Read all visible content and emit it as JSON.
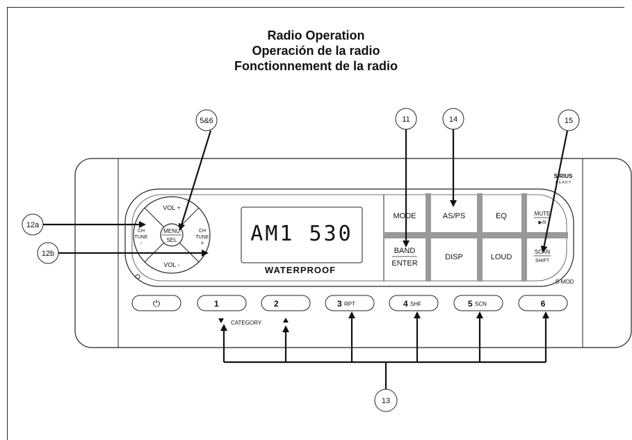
{
  "title": {
    "line1": "Radio Operation",
    "line2": "Operación de la radio",
    "line3": "Fonctionnement de la radio"
  },
  "display": {
    "text": "AM1 530",
    "waterproof": "WATERPROOF"
  },
  "dial": {
    "vol_up": "VOL +",
    "vol_down": "VOL -",
    "ch_left": "CH",
    "tune_left": "TUNE",
    "minus_left": "-",
    "ch_right": "CH",
    "tune_right": "TUNE",
    "plus_right": "+",
    "menu": "MENU",
    "sel": "SEL"
  },
  "keys": {
    "mode": "MODE",
    "asps": "AS/PS",
    "eq": "EQ",
    "mute": "MUTE",
    "play": "▶/II",
    "band": "BAND",
    "enter": "ENTER",
    "disp": "DISP",
    "loud": "LOUD",
    "scan": "SCAN",
    "shift": "SHIFT"
  },
  "brand": {
    "sirius": "SIRIUS",
    "ready": "R E A D Y",
    "model": "S-MOD"
  },
  "presets": [
    {
      "num": "1",
      "sub": ""
    },
    {
      "num": "2",
      "sub": ""
    },
    {
      "num": "3",
      "sub": "RPT"
    },
    {
      "num": "4",
      "sub": "SHF"
    },
    {
      "num": "5",
      "sub": "SCN"
    },
    {
      "num": "6",
      "sub": ""
    }
  ],
  "power_symbol": "⏻",
  "category": "CATEGORY",
  "callouts": {
    "c56": "5&6",
    "c11": "11",
    "c14": "14",
    "c15": "15",
    "c12a": "12a",
    "c12b": "12b",
    "c13": "13"
  }
}
